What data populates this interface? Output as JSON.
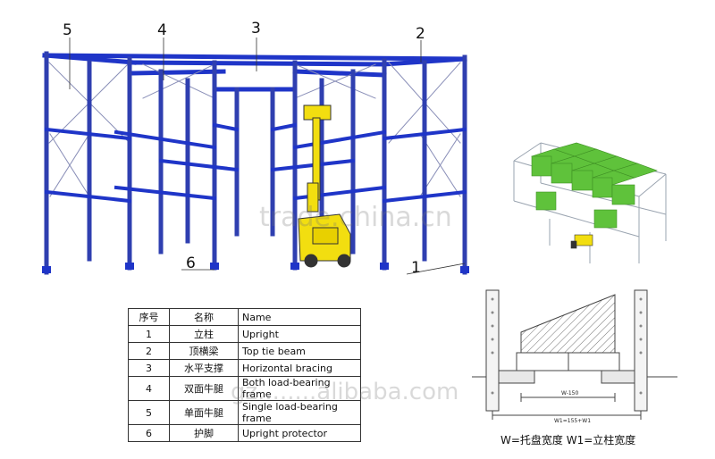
{
  "callouts": {
    "c1": "1",
    "c2": "2",
    "c3": "3",
    "c4": "4",
    "c5": "5",
    "c6": "6"
  },
  "table": {
    "headers": [
      "序号",
      "名称",
      "Name"
    ],
    "rows": [
      {
        "no": "1",
        "cn": "立柱",
        "en": "Upright"
      },
      {
        "no": "2",
        "cn": "顶横梁",
        "en": "Top tie beam"
      },
      {
        "no": "3",
        "cn": "水平支撑",
        "en": "Horizontal bracing"
      },
      {
        "no": "4",
        "cn": "双面牛腿",
        "en": "Both load-bearing frame"
      },
      {
        "no": "5",
        "cn": "单面牛腿",
        "en": "Single load-bearing frame"
      },
      {
        "no": "6",
        "cn": "护脚",
        "en": "Upright protector"
      }
    ]
  },
  "section": {
    "inner_dim": "W-150",
    "outer_dim": "W1=155+W1",
    "legend": "W=托盘宽度   W1=立柱宽度"
  },
  "watermarks": {
    "top": "trade.china.cn",
    "bottom": "gz........alibaba.com"
  },
  "colors": {
    "upright": "#2f3fb0",
    "beam": "#1f35c8",
    "forklift": "#f2de10",
    "pallet": "#5fc23b"
  }
}
